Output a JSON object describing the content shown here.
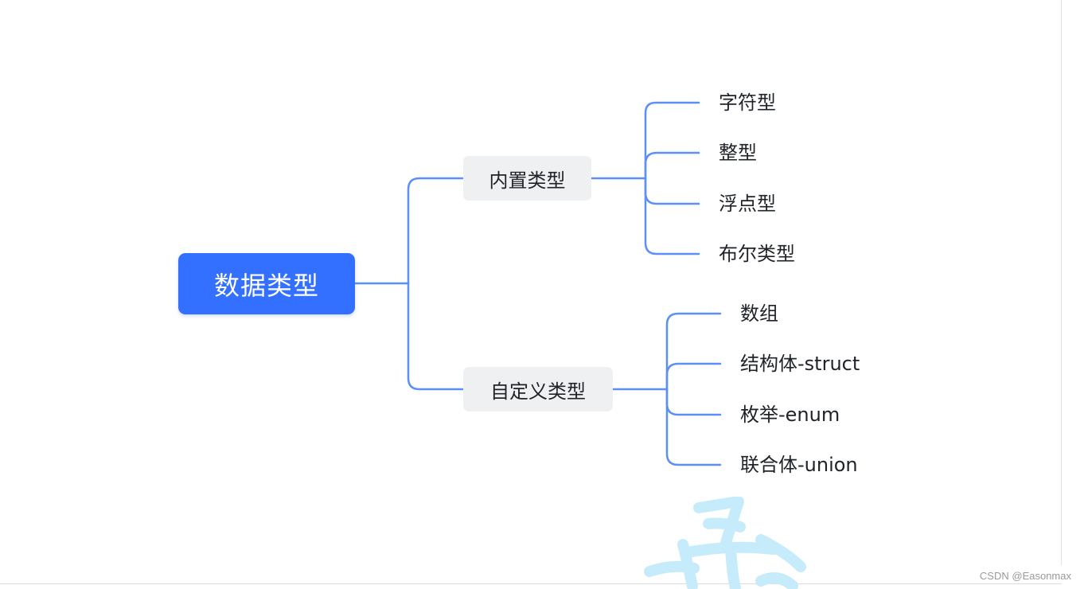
{
  "root": {
    "label": "数据类型"
  },
  "branches": [
    {
      "label": "内置类型",
      "children": [
        "字符型",
        "整型",
        "浮点型",
        "布尔类型"
      ]
    },
    {
      "label": "自定义类型",
      "children": [
        "数组",
        "结构体-struct",
        "枚举-enum",
        "联合体-union"
      ]
    }
  ],
  "watermark": {
    "text": "CSDN @Easonmax"
  },
  "colors": {
    "root_fill": "#3370ff",
    "branch_fill": "#eff0f1",
    "connector": "#5b8ff9",
    "watermark_graphic": "#c6ecfb"
  }
}
